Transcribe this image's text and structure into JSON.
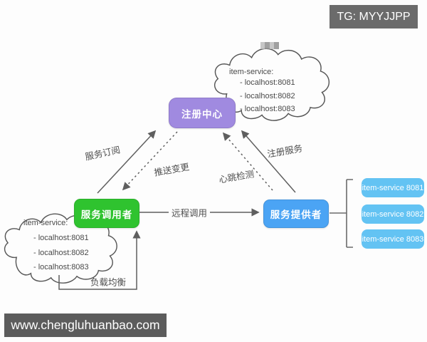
{
  "overlays": {
    "tg_badge": "TG: MYYJJPP",
    "site_watermark": "www.chengluhuanbao.com"
  },
  "nodes": {
    "registry": {
      "label": "注册中心",
      "color": "#a08ae0"
    },
    "consumer": {
      "label": "服务调用者",
      "color": "#2fc32f"
    },
    "provider": {
      "label": "服务提供者",
      "color": "#4ba4f4"
    }
  },
  "clouds": {
    "top": {
      "title": "item-service:",
      "items": [
        "- localhost:8081",
        "- localhost:8082",
        "- localhost:8083"
      ]
    },
    "bottom": {
      "title": "item-service:",
      "items": [
        "- localhost:8081",
        "- localhost:8082",
        "- localhost:8083"
      ]
    }
  },
  "edges": {
    "subscribe": {
      "label": "服务订阅",
      "style": "solid",
      "from": "consumer",
      "to": "registry"
    },
    "push": {
      "label": "推送变更",
      "style": "dashed",
      "from": "registry",
      "to": "consumer"
    },
    "heartbeat": {
      "label": "心跳检测",
      "style": "dashed",
      "from": "provider",
      "to": "registry"
    },
    "register": {
      "label": "注册服务",
      "style": "solid",
      "from": "provider",
      "to": "registry"
    },
    "rpc": {
      "label": "远程调用",
      "style": "solid",
      "from": "consumer",
      "to": "provider"
    },
    "load_balance": {
      "label": "负载均衡",
      "style": "solid",
      "from": "bottom-cloud",
      "to": "consumer"
    }
  },
  "instances": [
    {
      "label": "item-service 8081",
      "color": "#63c3f3"
    },
    {
      "label": "item-service 8082",
      "color": "#63c3f3"
    },
    {
      "label": "item-service 8083",
      "color": "#63c3f3"
    }
  ],
  "colors": {
    "line": "#5f5f5f",
    "cloud_stroke": "#565656",
    "watermark_bg": "#5e5e5e"
  }
}
